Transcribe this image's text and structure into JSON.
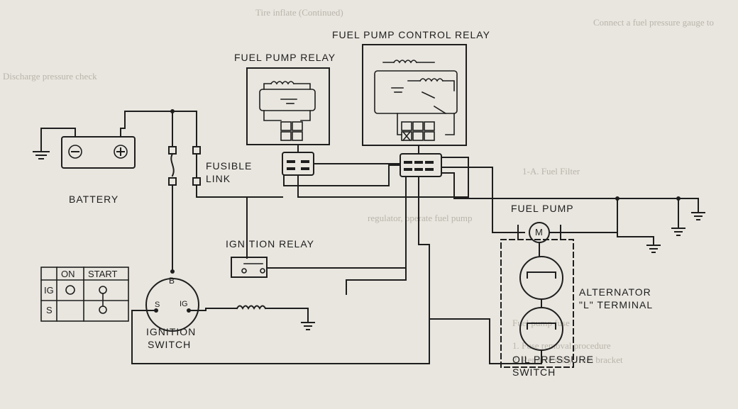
{
  "labels": {
    "fuel_pump_control_relay": "FUEL PUMP CONTROL RELAY",
    "fuel_pump_relay": "FUEL PUMP RELAY",
    "fusible_link_1": "FUSIBLE",
    "fusible_link_2": "LINK",
    "battery": "BATTERY",
    "ignition_relay": "IGNITION RELAY",
    "fuel_pump": "FUEL PUMP",
    "alternator_1": "ALTERNATOR",
    "alternator_2": "\"L\" TERMINAL",
    "ignition_switch_1": "IGNITION",
    "ignition_switch_2": "SWITCH",
    "oil_pressure_1": "OIL PRESSURE",
    "oil_pressure_2": "SWITCH",
    "terminal_b": "B",
    "terminal_s": "S",
    "terminal_ig": "IG",
    "motor": "M"
  },
  "switch_table": {
    "headers": [
      "ON",
      "START"
    ],
    "rows": [
      "IG",
      "S"
    ]
  },
  "background_text": [
    "Tire inflate (Continued)",
    "Discharge pressure check",
    "Connect a fuel pressure gauge to",
    "1-A. Fuel Filter",
    "Fuel pump fuse",
    "1. Fuse removal procedure",
    "2. Remove relay from bracket",
    "regulator, operate fuel pump"
  ]
}
